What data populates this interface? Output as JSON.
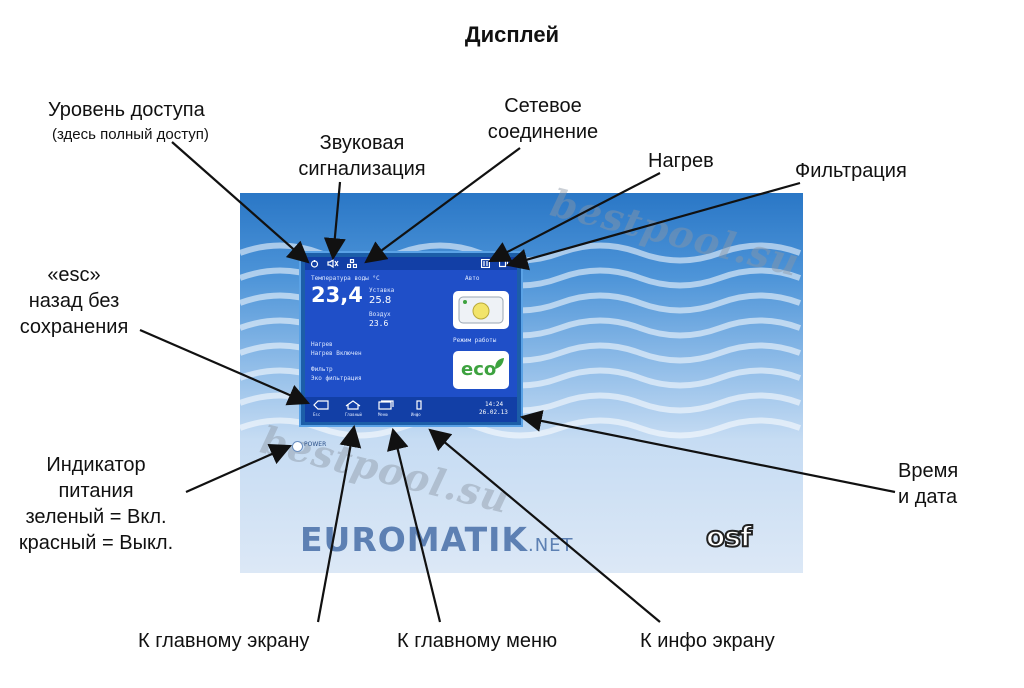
{
  "title": "Дисплей",
  "callouts": {
    "access_level": "Уровень доступа",
    "access_level_note": "(здесь полный доступ)",
    "sound_line1": "Звуковая",
    "sound_line2": "сигнализация",
    "network_line1": "Сетевое",
    "network_line2": "соединение",
    "heating": "Нагрев",
    "filtration": "Фильтрация",
    "esc_line1": "«esc»",
    "esc_line2": "назад без",
    "esc_line3": "сохранения",
    "power_line1": "Индикатор",
    "power_line2": "питания",
    "power_line3": "зеленый = Вкл.",
    "power_line4": "красный = Выкл.",
    "time_line1": "Время",
    "time_line2": "и дата",
    "home_screen": "К главному экрану",
    "main_menu": "К главному меню",
    "info_screen": "К инфо экрану"
  },
  "screen": {
    "water_temp_label": "Температура воды  °C",
    "water_temp_value": "23,4",
    "target_label": "Уставка",
    "target_value": "25.8",
    "air_label": "Воздух",
    "air_value": "23.6",
    "mode_tile_label": "Авто",
    "heating_label": "Нагрев",
    "heating_status": "Нагрев Включен",
    "work_mode_label": "Режим работы",
    "filter_label": "Фильтр",
    "filter_status": "Эко фильтрация",
    "eco_text": "eco",
    "nav_esc": "Esc",
    "nav_home": "Главный",
    "nav_menu": "Меню",
    "nav_info": "Инфо",
    "time": "14:24",
    "date": "26.02.13"
  },
  "device": {
    "power_label": "POWER",
    "brand_main": "EUROMATIK",
    "brand_suffix": ".NET",
    "logo": "osf"
  },
  "watermarks": [
    "bestpool.su",
    "bestpool.su"
  ]
}
